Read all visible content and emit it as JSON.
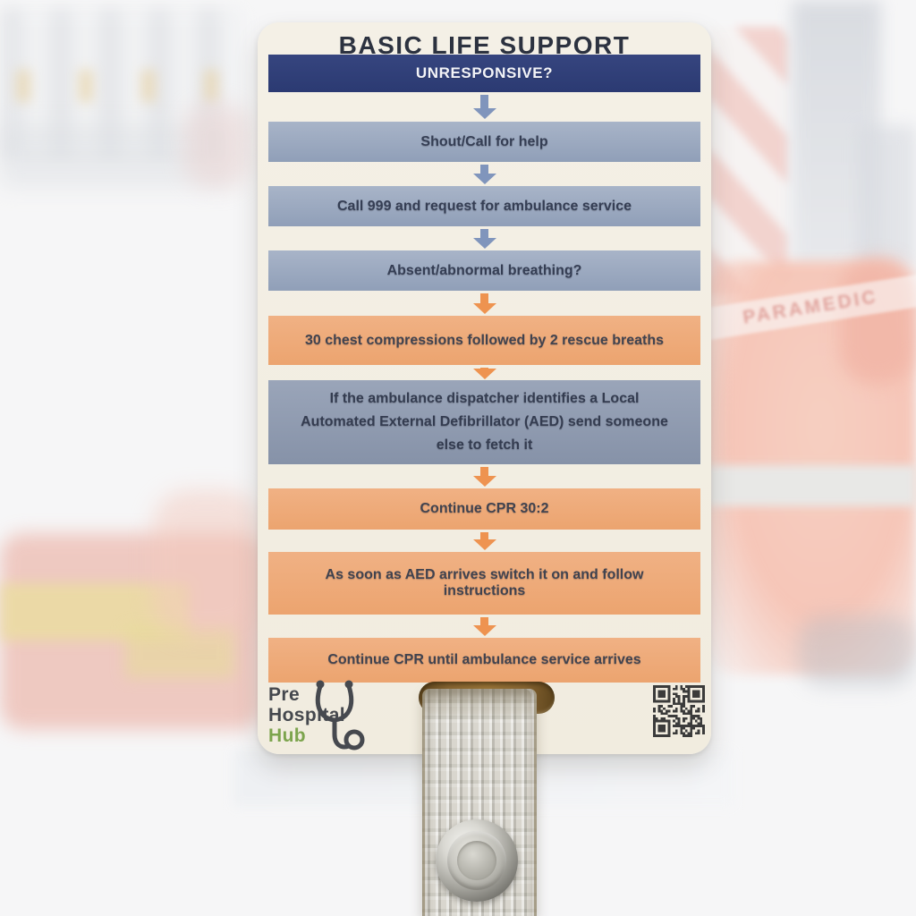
{
  "card": {
    "title": "BASIC LIFE SUPPORT",
    "steps": [
      {
        "label": "UNRESPONSIVE?",
        "variant": "navy"
      },
      {
        "label": "Shout/Call for help",
        "variant": "slate"
      },
      {
        "label": "Call 999 and request for ambulance service",
        "variant": "slate"
      },
      {
        "label": "Absent/abnormal breathing?",
        "variant": "slate"
      },
      {
        "label": "30 chest compressions followed by 2 rescue breaths",
        "variant": "orange"
      },
      {
        "label": "If the ambulance dispatcher identifies a Local Automated External Defibrillator (AED) send someone else to fetch it",
        "variant": "slate"
      },
      {
        "label": "Continue CPR 30:2",
        "variant": "orange"
      },
      {
        "label": "As soon as AED arrives switch it on and follow instructions",
        "variant": "orange"
      },
      {
        "label": "Continue CPR until ambulance service arrives",
        "variant": "orange"
      }
    ],
    "logo": {
      "line1": "Pre",
      "line2": "Hospital",
      "line3": "Hub"
    }
  },
  "background": {
    "jacket_label": "PARAMEDIC"
  },
  "colors": {
    "navy_box": "#2e3d77",
    "slate_box": "#97a4ba",
    "slate_box_dark": "#8e9aae",
    "orange_box": "#eeab77",
    "arrow_blue": "#8095bc",
    "arrow_orange": "#ee9350",
    "card_background": "#f2eee2",
    "box_text": "#3a4154",
    "title_text": "#2c3240",
    "logo_green": "#7ca44d",
    "logo_gray": "#45484e"
  }
}
